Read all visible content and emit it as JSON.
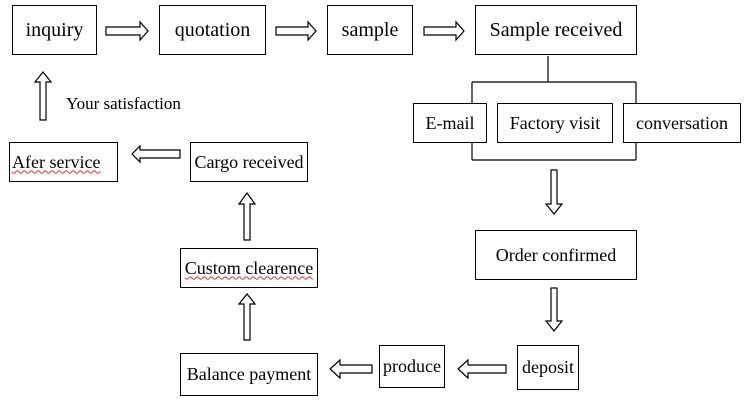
{
  "flow": {
    "inquiry": "inquiry",
    "quotation": "quotation",
    "sample": "sample",
    "sample_received": "Sample received",
    "email": "E-mail",
    "factory_visit": "Factory visit",
    "conversation": "conversation",
    "order_confirmed": "Order confirmed",
    "deposit": "deposit",
    "produce": "produce",
    "balance_payment": "Balance payment",
    "custom_clearence": "Custom clearence",
    "cargo_received": "Cargo received",
    "afer_service": "Afer service",
    "your_satisfaction": "Your satisfaction"
  },
  "colors": {
    "line": "#000000",
    "box_fill": "#ffffff",
    "spellcheck_underline": "#dd3333"
  }
}
